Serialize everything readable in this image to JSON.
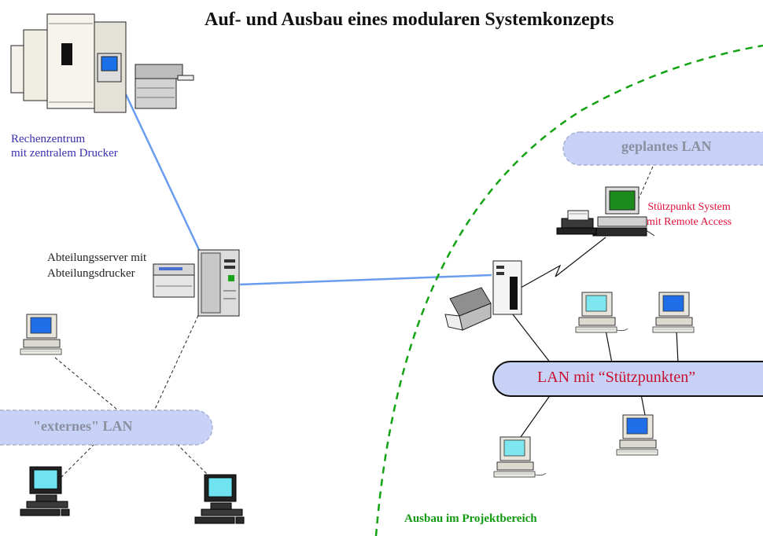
{
  "title": "Auf- und Ausbau eines modularen Systemkonzepts",
  "nodes": {
    "data_center": {
      "line1": "Rechenzentrum",
      "line2": "mit zentralem Drucker"
    },
    "dept_server": {
      "line1": "Abteilungsserver mit",
      "line2": "Abteilungsdrucker"
    },
    "outpost_system": {
      "line1": "Stützpunkt System",
      "line2": "mit Remote Access"
    }
  },
  "networks": {
    "planned_lan": "geplantes LAN",
    "outpost_lan": "LAN mit “Stützpunkten”",
    "external_lan": "\"externes\" LAN"
  },
  "region": {
    "label": "Ausbau im Projektbereich"
  },
  "colors": {
    "wan_link": "#6a9cf0",
    "region_boundary": "#13a313",
    "lan_fill": "#c8d2f7",
    "lan_border_dashed": "#9aa6c8",
    "outpost_lan_border": "#111111",
    "outpost_lan_text": "#c8102e",
    "title": "#111111"
  },
  "icons": [
    "mainframe-icon",
    "printer-icon",
    "server-icon",
    "workstation-icon",
    "laptop-printer-icon"
  ]
}
